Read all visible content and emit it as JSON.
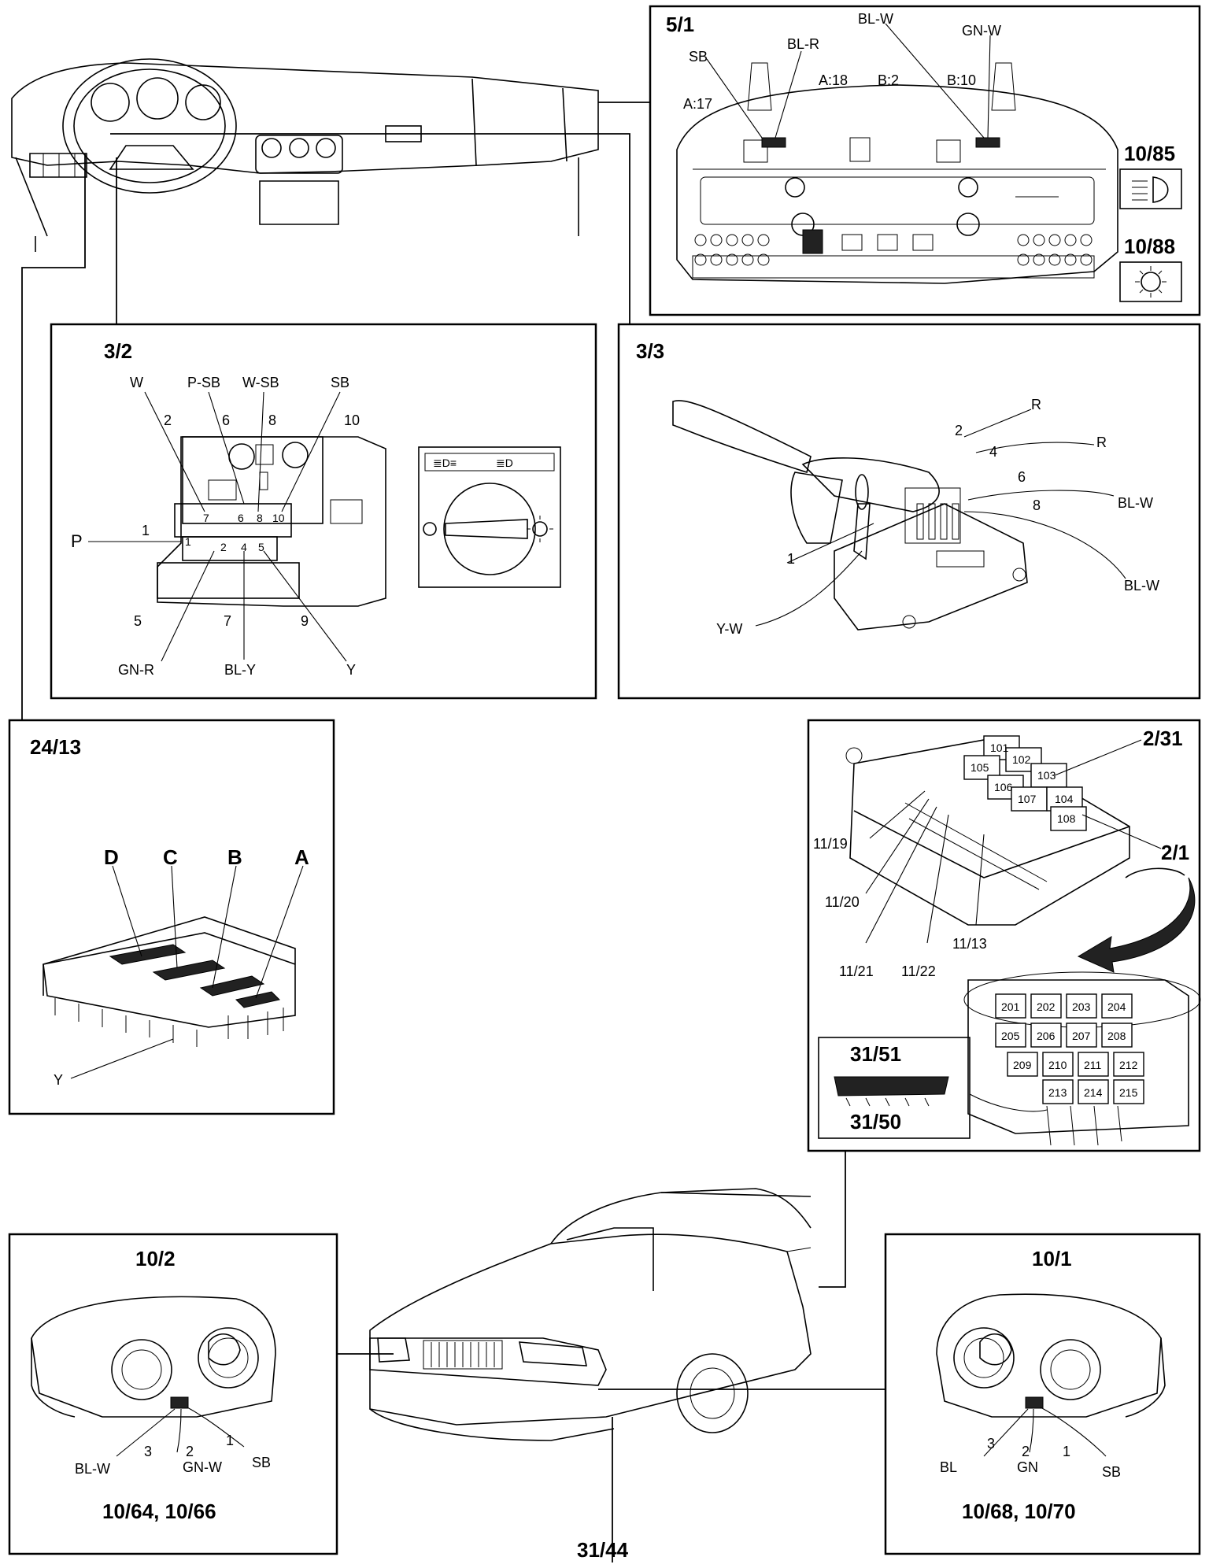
{
  "panels": {
    "p51": {
      "id": "5/1",
      "labels": {
        "sb": "SB",
        "blr": "BL-R",
        "blw": "BL-W",
        "gnw": "GN-W",
        "a17": "A:17",
        "a18": "A:18",
        "b2": "B:2",
        "b10": "B:10"
      }
    },
    "p1085": {
      "id": "10/85"
    },
    "p1088": {
      "id": "10/88"
    },
    "p32": {
      "id": "3/2",
      "labels": {
        "w": "W",
        "psb": "P-SB",
        "wsb": "W-SB",
        "sb": "SB",
        "p": "P",
        "gnr": "GN-R",
        "bly": "BL-Y",
        "y": "Y",
        "n1": "1",
        "n2": "2",
        "n5": "5",
        "n6": "6",
        "n7": "7",
        "n8": "8",
        "n9": "9",
        "n10": "10"
      }
    },
    "p33": {
      "id": "3/3",
      "labels": {
        "r1": "R",
        "r2": "R",
        "blw1": "BL-W",
        "blw2": "BL-W",
        "yw": "Y-W",
        "n1": "1",
        "n2": "2",
        "n4": "4",
        "n6": "6",
        "n8": "8"
      }
    },
    "p2413": {
      "id": "24/13",
      "labels": {
        "a": "A",
        "b": "B",
        "c": "C",
        "d": "D",
        "y": "Y"
      }
    },
    "p231": {
      "id": "2/31",
      "sub": "2/1",
      "labels": {
        "l1119": "11/19",
        "l1120": "11/20",
        "l1121": "11/21",
        "l1122": "11/22",
        "l1113": "11/13"
      },
      "relays_top": [
        "101",
        "102",
        "103",
        "104",
        "105",
        "106",
        "107",
        "108"
      ],
      "relays_bottom": [
        "201",
        "202",
        "203",
        "204",
        "205",
        "206",
        "207",
        "208",
        "209",
        "210",
        "211",
        "212",
        "213",
        "214",
        "215"
      ]
    },
    "p3151": {
      "id": "31/51",
      "sub": "31/50"
    },
    "p102": {
      "id": "10/2",
      "codes": "10/64, 10/66",
      "labels": {
        "n1": "1",
        "n2": "2",
        "n3": "3",
        "blw": "BL-W",
        "gnw": "GN-W",
        "sb": "SB"
      }
    },
    "p101": {
      "id": "10/1",
      "codes": "10/68, 10/70",
      "labels": {
        "n1": "1",
        "n2": "2",
        "n3": "3",
        "bl": "BL",
        "gn": "GN",
        "sb": "SB"
      }
    },
    "car": {
      "id": "31/44"
    }
  }
}
